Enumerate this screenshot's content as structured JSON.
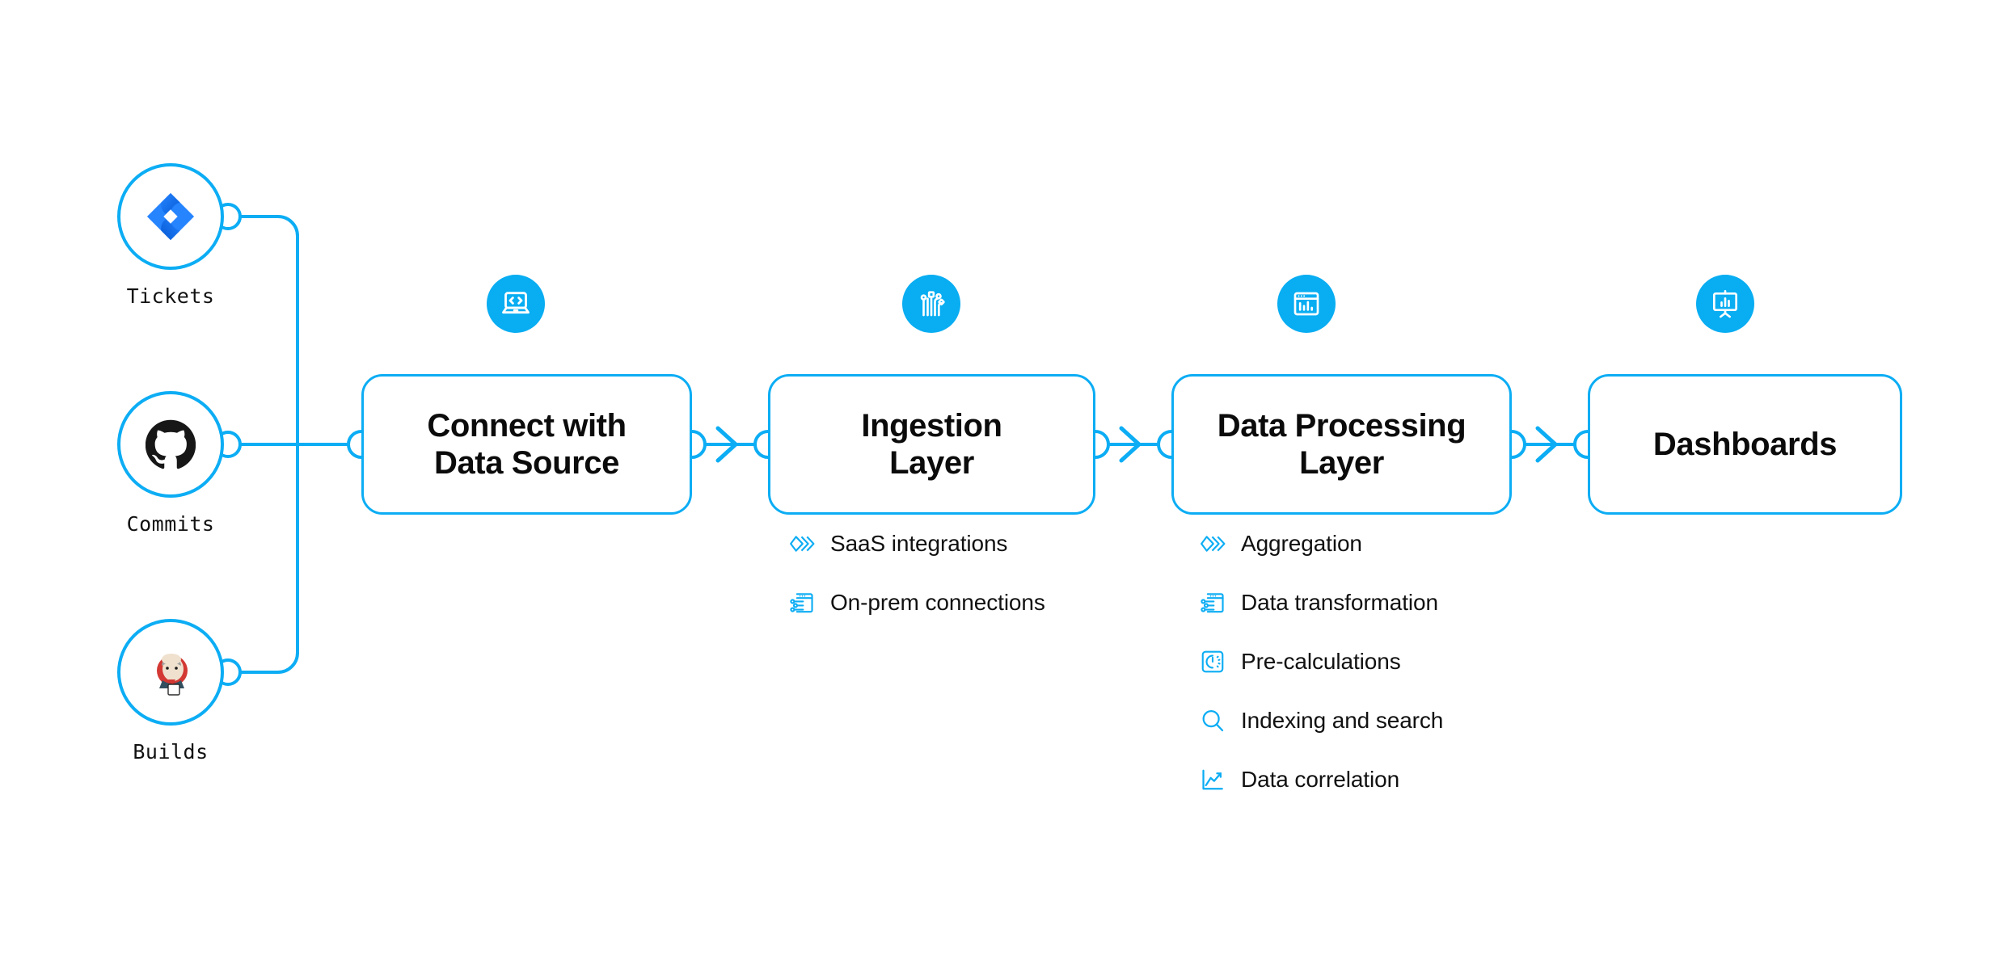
{
  "theme": {
    "accent": "#0CADF4",
    "badge_fill": "#08ADF2",
    "text": "#111111",
    "background": "#FFFFFF",
    "jira_blue": "#2684FF",
    "github_black": "#181717",
    "jenkins_red": "#D33833"
  },
  "sources": [
    {
      "label": "Tickets",
      "icon": "jira-icon"
    },
    {
      "label": "Commits",
      "icon": "github-icon"
    },
    {
      "label": "Builds",
      "icon": "jenkins-icon"
    }
  ],
  "stages": [
    {
      "title": "Connect with\nData Source",
      "line1": "Connect with",
      "line2": "Data Source",
      "icon": "laptop-code-icon"
    },
    {
      "title": "Ingestion\nLayer",
      "line1": "Ingestion",
      "line2": "Layer",
      "icon": "circuit-nodes-icon"
    },
    {
      "title": "Data Processing\nLayer",
      "line1": "Data Processing",
      "line2": "Layer",
      "icon": "window-bar-chart-icon"
    },
    {
      "title": "Dashboards",
      "line1": "Dashboards",
      "line2": "",
      "icon": "presentation-chart-icon"
    }
  ],
  "ingestion_features": [
    {
      "label": "SaaS integrations",
      "icon": "layered-chevrons-icon"
    },
    {
      "label": "On-prem connections",
      "icon": "window-sliders-icon"
    }
  ],
  "processing_features": [
    {
      "label": "Aggregation",
      "icon": "layered-chevrons-icon"
    },
    {
      "label": "Data transformation",
      "icon": "window-sliders-icon"
    },
    {
      "label": "Pre-calculations",
      "icon": "gauge-square-icon"
    },
    {
      "label": "Indexing and search",
      "icon": "magnifier-icon"
    },
    {
      "label": "Data correlation",
      "icon": "line-chart-icon"
    }
  ]
}
